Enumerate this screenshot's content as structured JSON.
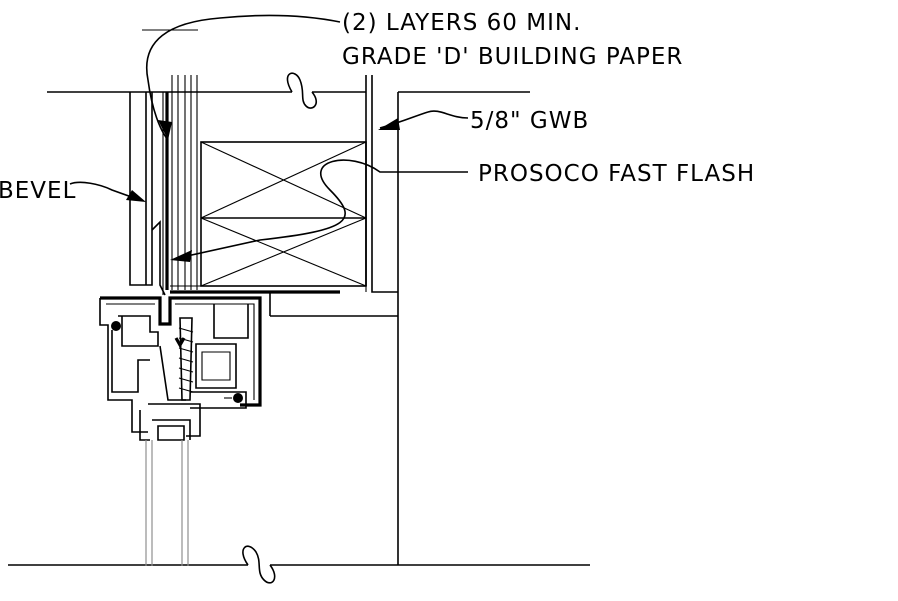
{
  "labels": {
    "building_paper_line1": "(2) LAYERS 60 MIN.",
    "building_paper_line2": "GRADE 'D' BUILDING PAPER",
    "gwb": "5/8\" GWB",
    "flash": "PROSOCO FAST FLASH",
    "bevel": "BEVEL"
  }
}
